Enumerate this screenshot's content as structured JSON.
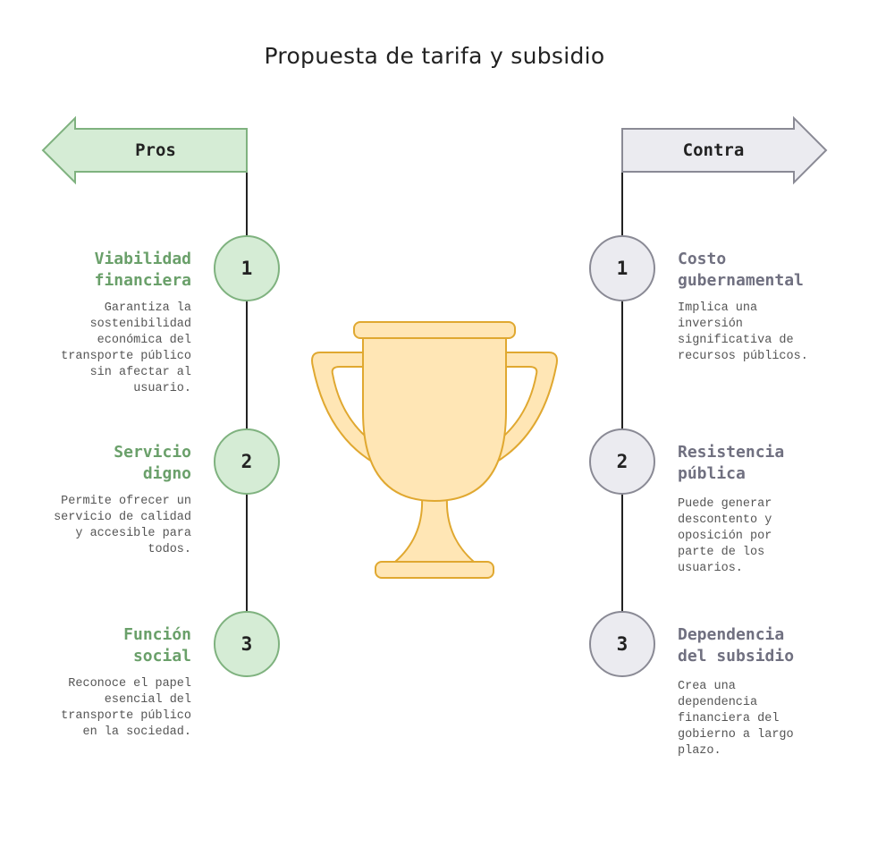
{
  "title": "Propuesta de tarifa y subsidio",
  "colors": {
    "pros_fill": "#d5ecd5",
    "pros_stroke": "#7fb27f",
    "pros_text": "#6aa06a",
    "contra_fill": "#ebebf0",
    "contra_stroke": "#8a8a95",
    "contra_text": "#707080",
    "trophy_fill": "#ffe6b5",
    "trophy_stroke": "#e0a830"
  },
  "pros": {
    "label": "Pros",
    "items": [
      {
        "number": "1",
        "title": "Viabilidad\nfinanciera",
        "description": "Garantiza la\nsostenibilidad\neconómica del\ntransporte público\nsin afectar al\nusuario."
      },
      {
        "number": "2",
        "title": "Servicio\ndigno",
        "description": "Permite ofrecer un\nservicio de calidad\ny accesible para\ntodos."
      },
      {
        "number": "3",
        "title": "Función\nsocial",
        "description": "Reconoce el papel\nesencial del\ntransporte público\nen la sociedad."
      }
    ]
  },
  "contra": {
    "label": "Contra",
    "items": [
      {
        "number": "1",
        "title": "Costo\ngubernamental",
        "description": "Implica una\ninversión\nsignificativa de\nrecursos públicos."
      },
      {
        "number": "2",
        "title": "Resistencia\npública",
        "description": "Puede generar\ndescontento y\noposición por\nparte de los\nusuarios."
      },
      {
        "number": "3",
        "title": "Dependencia\ndel subsidio",
        "description": "Crea una\ndependencia\nfinanciera del\ngobierno a largo\nplazo."
      }
    ]
  },
  "center_icon": "trophy-icon"
}
